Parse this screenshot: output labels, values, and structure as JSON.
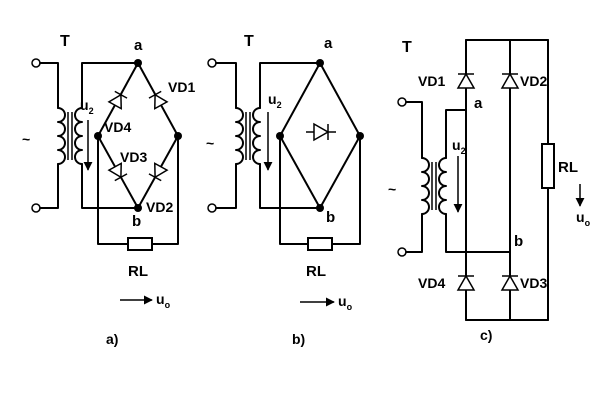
{
  "transformer_label": "T",
  "source_symbol": "~",
  "node_a": "a",
  "node_b": "b",
  "secondary_voltage": "u",
  "secondary_voltage_sub": "2",
  "output_voltage": "u",
  "output_voltage_sub": "o",
  "load": "RL",
  "diodes": {
    "vd1": "VD1",
    "vd2": "VD2",
    "vd3": "VD3",
    "vd4": "VD4"
  },
  "captions": {
    "a": "a)",
    "b": "b)",
    "c": "c)"
  }
}
